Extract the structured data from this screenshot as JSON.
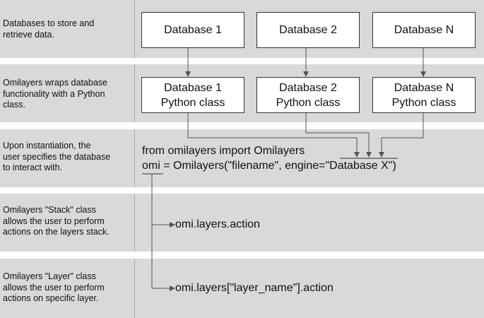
{
  "rows": [
    {
      "description": "Databases to store and\nretrieve data."
    },
    {
      "description": "Omilayers wraps database\nfunctionality with a Python\nclass."
    },
    {
      "description": "Upon instantiation, the\nuser specifies the database\nto interact with."
    },
    {
      "description": "Omilayers \"Stack\" class\nallows the user to perform\nactions on the layers stack."
    },
    {
      "description": "Omilayers \"Layer\" class\nallows the user to perform\nactions on specific layer."
    }
  ],
  "databases": [
    {
      "name": "Database 1",
      "wrapper": "Database 1\nPython class"
    },
    {
      "name": "Database 2",
      "wrapper": "Database 2\nPython class"
    },
    {
      "name": "Database N",
      "wrapper": "Database N\nPython class"
    }
  ],
  "code": {
    "import_line": "from omilayers import Omilayers",
    "var_name": "omi",
    "instantiation_rest": " = Omilayers(\"filename\", engine=\"Database X\")",
    "stack_action": "omi.layers.action",
    "layer_action": "omi.layers[\"layer_name\"].action"
  },
  "colors": {
    "band": "#d9d9d9",
    "box_border": "#333333",
    "arrow": "#555555"
  }
}
